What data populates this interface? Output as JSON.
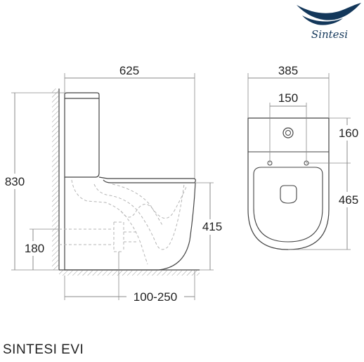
{
  "brand": {
    "name": "Sintesi",
    "logo_color": "#13375a"
  },
  "side_view": {
    "width_label": "625",
    "height_label": "830",
    "bowl_height_label": "415",
    "outlet_height_label": "180",
    "outlet_offset_label": "100-250"
  },
  "top_view": {
    "width_label": "385",
    "holes_spacing_label": "150",
    "tank_depth_label": "160",
    "bowl_depth_label": "465"
  },
  "product": {
    "title": "SINTESI EVI"
  },
  "colors": {
    "line": "#444444",
    "dimension": "#8a8a8a",
    "hidden": "#b5b5b5",
    "text": "#222222"
  }
}
